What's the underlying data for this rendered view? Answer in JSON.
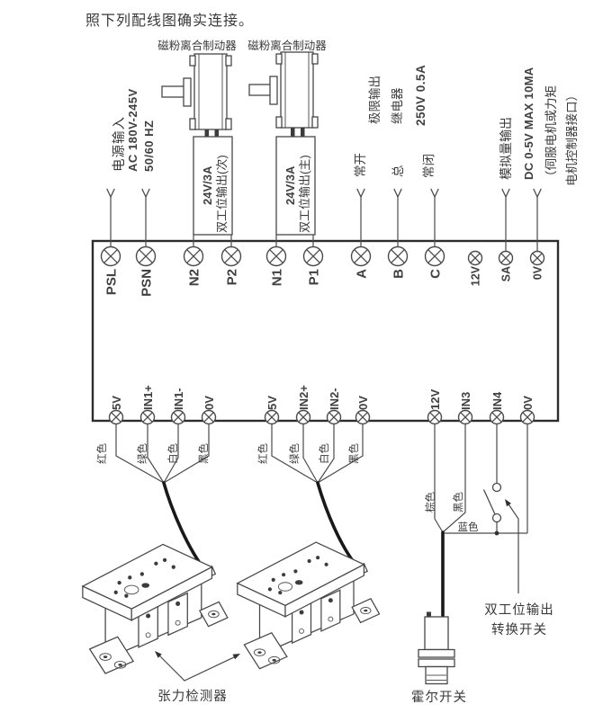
{
  "title": "照下列配线图确实连接。",
  "clutch": {
    "label": "磁粉离合制动器",
    "secondary": {
      "spec": "24V/3A",
      "name": "双工位输出(次)"
    },
    "main": {
      "spec": "24V/3A",
      "name": "双工位输出(主)"
    }
  },
  "power_input": {
    "l1": "电源输入",
    "l2": "AC 180V-245V",
    "l3": "50/60 HZ"
  },
  "relay": {
    "l1": "极限输出",
    "l2": "继电器",
    "l3": "250V 0.5A",
    "no": "常开",
    "com": "总",
    "nc": "常闭"
  },
  "analog": {
    "l1": "模拟量输出",
    "l2": "DC 0-5V MAX 10MA",
    "l3": "（伺服电机或力矩",
    "l4": "电机控制器接口）"
  },
  "terminals": {
    "top": [
      "PSL",
      "PSN",
      "N2",
      "P2",
      "N1",
      "P1",
      "A",
      "B",
      "C",
      "12V",
      "SA",
      "0V"
    ],
    "bottom": [
      "5V",
      "IN1+",
      "IN1-",
      "0V",
      "5V",
      "IN2+",
      "IN2-",
      "0V",
      "12V",
      "IN3",
      "IN4",
      "0V"
    ]
  },
  "wire_colors": {
    "sensor1": [
      "红色",
      "绿色",
      "白色",
      "黑色"
    ],
    "sensor2": [
      "红色",
      "绿色",
      "白色",
      "黑色"
    ],
    "hall": {
      "brown": "棕色",
      "black": "黑色",
      "blue": "蓝色"
    }
  },
  "captions": {
    "tension_detector": "张力检测器",
    "hall_switch": "霍尔开关",
    "changeover1": "双工位输出",
    "changeover2": "转换开关"
  }
}
